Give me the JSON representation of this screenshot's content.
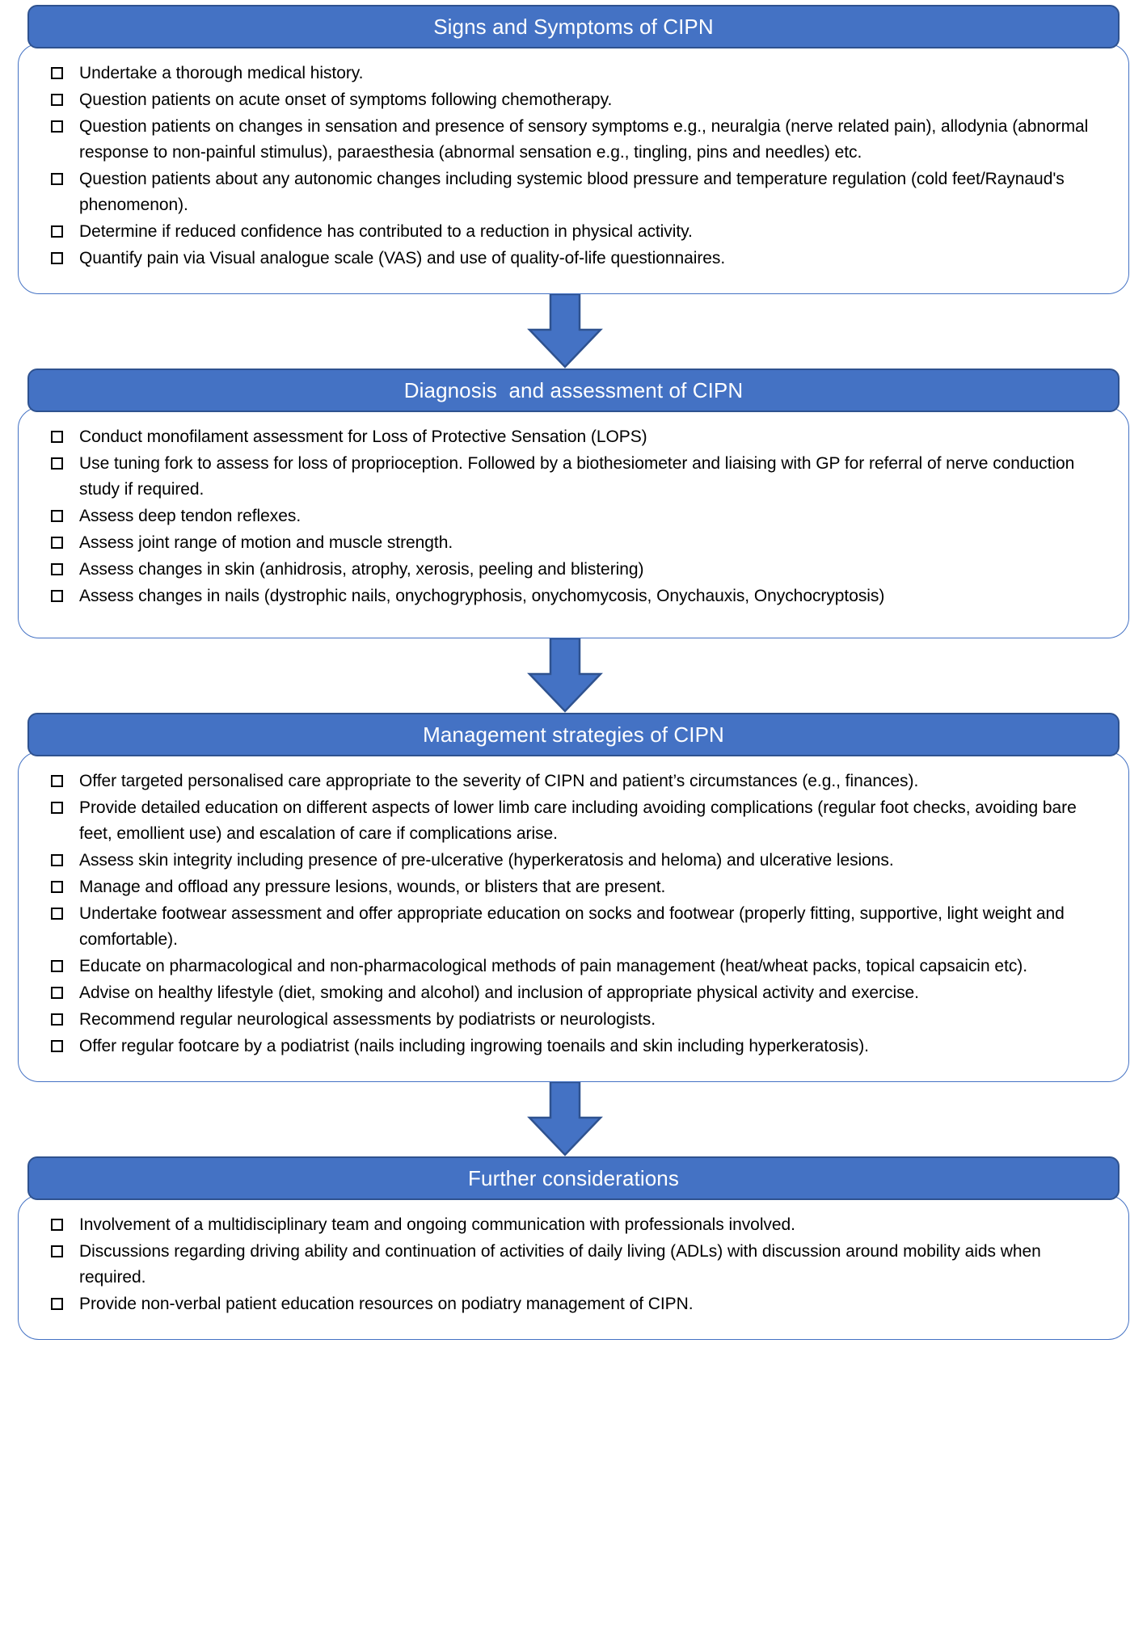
{
  "diagram": {
    "type": "flowchart",
    "orientation": "vertical",
    "colors": {
      "header_fill": "#4472C4",
      "header_border": "#2F528F",
      "header_text": "#FFFFFF",
      "body_border": "#4472C4",
      "body_fill": "#FFFFFF",
      "arrow_fill": "#4472C4",
      "arrow_border": "#2F528F",
      "body_text": "#000000"
    },
    "bullet_icon": "empty-checkbox",
    "connector_icon": "down-arrow",
    "stages": [
      {
        "id": "signs-and-symptoms",
        "title": "Signs and Symptoms of CIPN",
        "items": [
          "Undertake a thorough medical history.",
          "Question patients on acute onset of symptoms following chemotherapy.",
          "Question patients on changes in sensation and presence of sensory symptoms e.g., neuralgia (nerve related pain), allodynia (abnormal response to non-painful stimulus), paraesthesia (abnormal sensation e.g., tingling, pins and needles) etc.",
          "Question patients about any autonomic changes including systemic blood pressure and temperature regulation (cold feet/Raynaud's phenomenon).",
          "Determine if reduced confidence has contributed to a reduction in physical activity.",
          "Quantify pain via Visual analogue scale (VAS) and use of quality-of-life questionnaires."
        ]
      },
      {
        "id": "diagnosis-and-assessment",
        "title": "Diagnosis  and assessment of CIPN",
        "items": [
          "Conduct monofilament assessment for Loss of Protective Sensation (LOPS)",
          "Use tuning fork to assess for loss of proprioception. Followed by a biothesiometer and liaising with GP for referral of nerve conduction study if required.",
          "Assess deep tendon reflexes.",
          "Assess joint range of motion and muscle strength.",
          "Assess changes in skin (anhidrosis, atrophy, xerosis, peeling and blistering)",
          "Assess changes in nails (dystrophic nails, onychogryphosis, onychomycosis, Onychauxis, Onychocryptosis)"
        ]
      },
      {
        "id": "management-strategies",
        "title": "Management strategies of CIPN",
        "items": [
          "Offer targeted personalised care appropriate to the severity of CIPN and patient’s circumstances (e.g., finances).",
          "Provide detailed education on different aspects of lower limb care including avoiding complications (regular foot checks, avoiding bare feet, emollient use) and escalation of care if complications arise.",
          "Assess skin integrity including presence of pre-ulcerative (hyperkeratosis and heloma) and ulcerative lesions.",
          "Manage and offload any pressure lesions, wounds, or blisters that are present.",
          "Undertake footwear assessment and offer appropriate education on socks and footwear (properly fitting, supportive, light weight and comfortable).",
          "Educate on pharmacological and non-pharmacological methods of pain management (heat/wheat packs, topical capsaicin etc).",
          "Advise on healthy lifestyle (diet, smoking and alcohol) and inclusion of appropriate physical activity and exercise.",
          "Recommend regular neurological assessments by podiatrists or neurologists.",
          "Offer regular footcare by a podiatrist (nails including ingrowing toenails and skin including hyperkeratosis)."
        ]
      },
      {
        "id": "further-considerations",
        "title": "Further considerations",
        "items": [
          "Involvement of a multidisciplinary team and ongoing communication with professionals involved.",
          "Discussions regarding driving ability and continuation of activities of daily living (ADLs) with discussion around mobility aids when required.",
          "Provide non-verbal patient education resources on podiatry management of CIPN."
        ]
      }
    ]
  }
}
